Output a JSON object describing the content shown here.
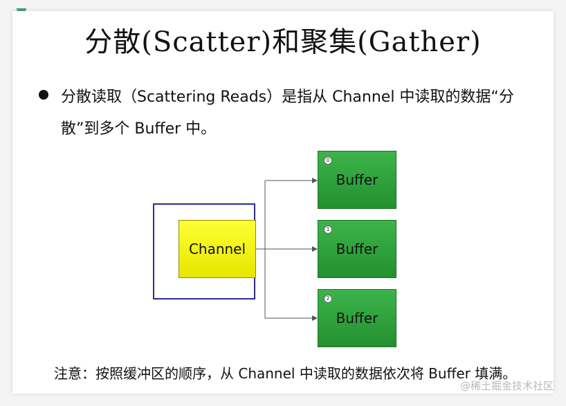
{
  "title": "分散(Scatter)和聚集(Gather)",
  "bullet": {
    "line1": "分散读取（Scattering Reads）是指从 Channel 中读取的数据“分",
    "line2": "散”到多个 Buffer 中。"
  },
  "diagram": {
    "channel_label": "Channel",
    "buffers": [
      {
        "index": "0",
        "label": "Buffer"
      },
      {
        "index": "1",
        "label": "Buffer"
      },
      {
        "index": "2",
        "label": "Buffer"
      }
    ],
    "colors": {
      "channel": "#ffff33",
      "buffer": "#2fa63c",
      "frame": "#2b2b8e"
    }
  },
  "note": "注意：按照缓冲区的顺序，从 Channel 中读取的数据依次将 Buffer 填满。",
  "watermark": "@稀土掘金技术社区"
}
